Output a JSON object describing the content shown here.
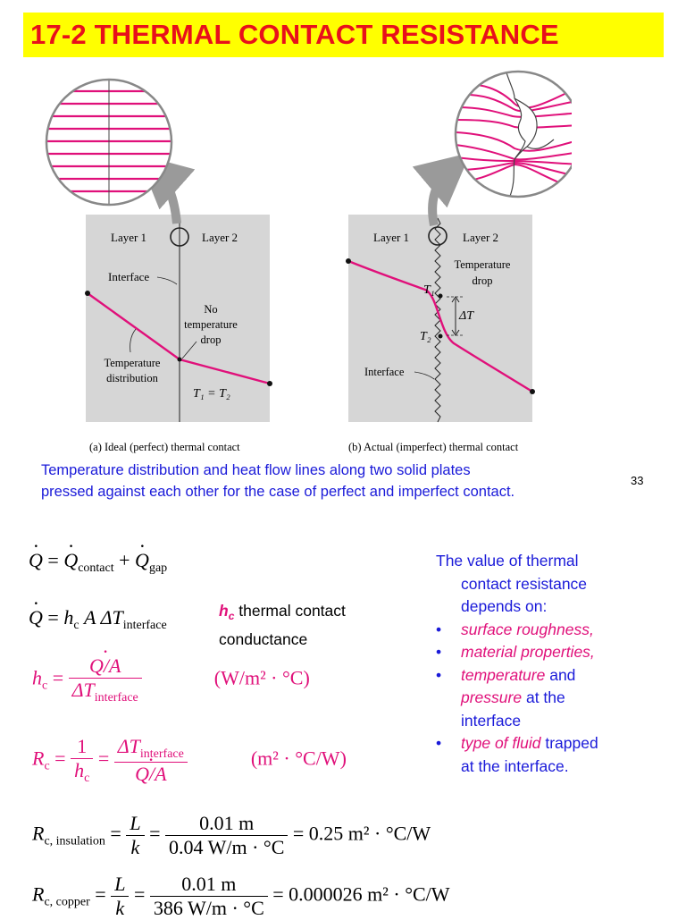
{
  "title": "17-2 THERMAL CONTACT RESISTANCE",
  "figure": {
    "ideal": {
      "layer1": "Layer 1",
      "layer2": "Layer 2",
      "interface": "Interface",
      "no_drop_1": "No",
      "no_drop_2": "temperature",
      "no_drop_3": "drop",
      "temp_dist_1": "Temperature",
      "temp_dist_2": "distribution",
      "t_equal": "T₁ = T₂",
      "caption": "(a) Ideal (perfect) thermal contact"
    },
    "actual": {
      "layer1": "Layer 1",
      "layer2": "Layer 2",
      "temp_drop_1": "Temperature",
      "temp_drop_2": "drop",
      "t1": "T₁",
      "t2": "T₂",
      "delta_t": "ΔT",
      "interface": "Interface",
      "caption": "(b) Actual (imperfect) thermal contact"
    },
    "colors": {
      "line": "#e0107a",
      "plate": "#d4d4d4",
      "arrow": "#9a9a9a"
    }
  },
  "caption_line1": "Temperature distribution and heat flow lines along two solid plates",
  "caption_line2": "pressed against each other for the case of perfect and imperfect contact.",
  "page_number": "33",
  "equations": {
    "eq1": {
      "lhs": "Q",
      "contact": "Q",
      "contact_sub": "contact",
      "gap": "Q",
      "gap_sub": "gap"
    },
    "eq2": {
      "lhs": "Q",
      "rhs": "h",
      "rhs_sub": "c",
      "rhs2": "A ΔT",
      "rhs2_sub": "interface"
    },
    "eq3": {
      "lhs": "h",
      "lhs_sub": "c",
      "num": "Q/A",
      "den": "ΔT",
      "den_sub": "interface",
      "units": "(W/m² · °C)"
    },
    "eq4": {
      "lhs": "R",
      "lhs_sub": "c",
      "f1_num": "1",
      "f1_den": "h",
      "f1_den_sub": "c",
      "f2_num": "ΔT",
      "f2_num_sub": "interface",
      "f2_den": "Q/A",
      "units": "(m² · °C/W)"
    },
    "eq5": {
      "lhs": "R",
      "lhs_sub": "c, insulation",
      "f1_num": "L",
      "f1_den": "k",
      "f2_num": "0.01 m",
      "f2_den": "0.04 W/m · °C",
      "result": "= 0.25 m² · °C/W"
    },
    "eq6": {
      "lhs": "R",
      "lhs_sub": "c, copper",
      "f1_num": "L",
      "f1_den": "k",
      "f2_num": "0.01 m",
      "f2_den": "386 W/m · °C",
      "result": "= 0.000026 m² · °C/W"
    }
  },
  "hc_note": {
    "symbol": "h",
    "symbol_sub": "c",
    "text1": " thermal contact",
    "text2": "conductance"
  },
  "side_panel": {
    "head1": "The value of thermal",
    "head2": "contact resistance",
    "head3": "depends on:",
    "b1": "surface roughness,",
    "b2": "material properties,",
    "b3_it": "temperature",
    "b3_rest": " and",
    "b3_it2": "pressure",
    "b3_rest2": " at the",
    "b3_rest3": "interface",
    "b4_it": "type of fluid",
    "b4_rest": " trapped",
    "b4_rest2": "at the interface."
  }
}
